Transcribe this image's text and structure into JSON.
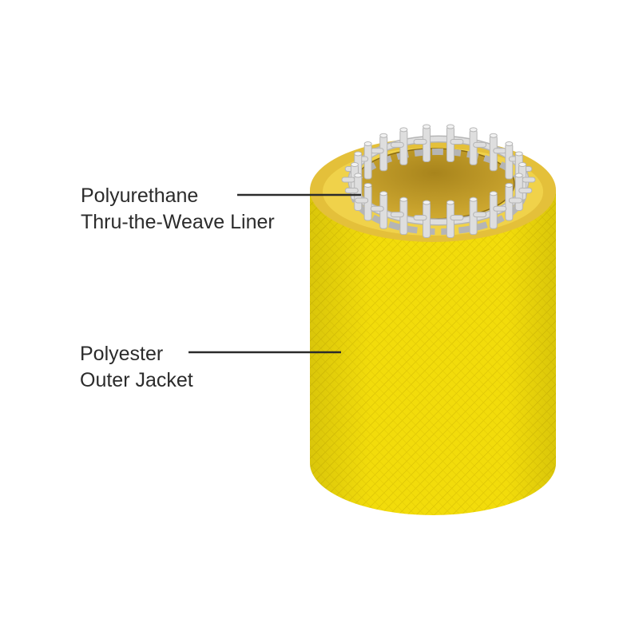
{
  "labels": {
    "liner": {
      "line1": "Polyurethane",
      "line2": "Thru-the-Weave Liner"
    },
    "jacket": {
      "line1": "Polyester",
      "line2": "Outer Jacket"
    }
  },
  "colors": {
    "jacket": "#f2dc0b",
    "jacket_dark": "#d9c200",
    "rim": "#e2be35",
    "inner": "#c9a12a",
    "liner_fiber": "#dcdcdc",
    "leader_line": "#2b2b2b"
  }
}
